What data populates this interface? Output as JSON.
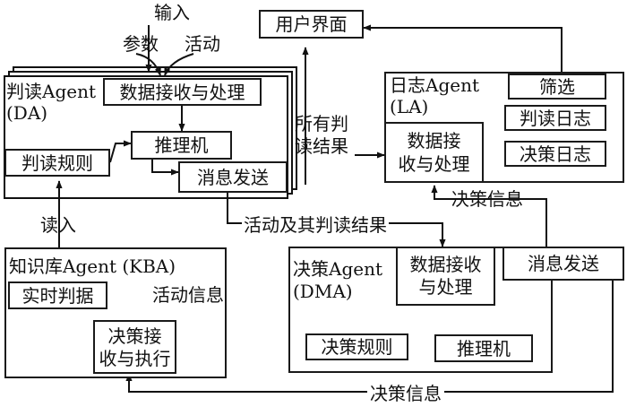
{
  "input": {
    "top": "输入",
    "params": "参数",
    "activity": "活动"
  },
  "da": {
    "title": "判读Agent",
    "abbr": "(DA)",
    "receive": "数据接收与处理",
    "inference": "推理机",
    "rules": "判读规则",
    "send": "消息发送"
  },
  "ui": {
    "label": "用户界面"
  },
  "la": {
    "title": "日志Agent",
    "abbr": "(LA)",
    "filter": "筛选",
    "receive_l1": "数据接",
    "receive_l2": "收与处理",
    "read_log": "判读日志",
    "decision_log": "决策日志"
  },
  "labels": {
    "all_results_l1": "所有判",
    "all_results_l2": "读结果",
    "decision_info_upper": "决策信息",
    "read_in": "读入",
    "activity_results": "活动及其判读结果",
    "decision_info_lower": "决策信息"
  },
  "kba": {
    "title": "知识库Agent (KBA)",
    "realtime": "实时判据",
    "activity_info": "活动信息",
    "exec_l1": "决策接",
    "exec_l2": "收与执行"
  },
  "dma": {
    "title": "决策Agent",
    "abbr": "(DMA)",
    "receive_l1": "数据接收",
    "receive_l2": "与处理",
    "send": "消息发送",
    "rules": "决策规则",
    "inference": "推理机"
  }
}
